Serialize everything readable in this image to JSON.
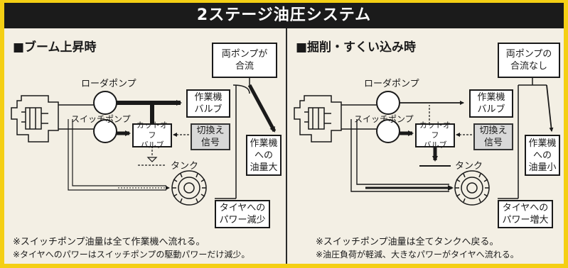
{
  "title": "2ステージ油圧システム",
  "panels": [
    {
      "heading": "■ブーム上昇時",
      "merge_line1": "両ポンプが",
      "merge_line2": "合流",
      "loader_pump": "ローダポンプ",
      "switch_pump": "スイッチポンプ",
      "work_valve_line1": "作業機",
      "work_valve_line2": "バルブ",
      "cutoff_line1": "カットオフ",
      "cutoff_line2": "バルブ",
      "switch_signal_line1": "切換え",
      "switch_signal_line2": "信号",
      "flow_line1": "作業機",
      "flow_line2": "への",
      "flow_line3": "油量大",
      "tank": "タンク",
      "tire_line1": "タイヤへの",
      "tire_line2": "パワー減少",
      "note1": "※スイッチポンプ油量は全て作業機へ流れる。",
      "note2": "※タイヤへのパワーはスイッチポンプの駆動パワーだけ減少。"
    },
    {
      "heading": "■掘削・すくい込み時",
      "merge_line1": "両ポンプの",
      "merge_line2": "合流なし",
      "loader_pump": "ローダポンプ",
      "switch_pump": "スイッチポンプ",
      "work_valve_line1": "作業機",
      "work_valve_line2": "バルブ",
      "cutoff_line1": "カットオフ",
      "cutoff_line2": "バルブ",
      "switch_signal_line1": "切換え",
      "switch_signal_line2": "信号",
      "flow_line1": "作業機",
      "flow_line2": "への",
      "flow_line3": "油量小",
      "tank": "タンク",
      "tire_line1": "タイヤへの",
      "tire_line2": "パワー増大",
      "note1": "※スイッチポンプ油量は全てタンクへ戻る。",
      "note2": "※油圧負荷が軽減、大きなパワーがタイヤへ流れる。"
    }
  ],
  "colors": {
    "outer_border": "#f4cf14",
    "title_background": "#1b1b1b",
    "panel_background": "#f3efe4",
    "line": "#1a1a1a",
    "signal_box": "#d8d8d8"
  }
}
